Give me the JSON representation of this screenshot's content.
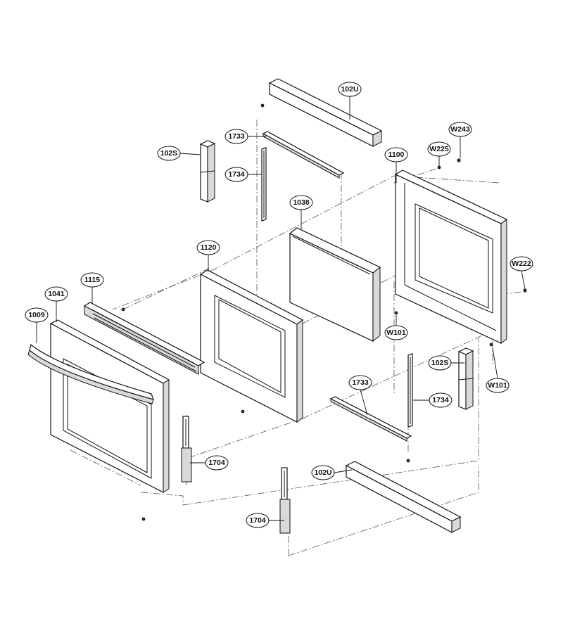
{
  "callouts": [
    {
      "id": "c-102u-top",
      "label": "102U"
    },
    {
      "id": "c-1733-top",
      "label": "1733"
    },
    {
      "id": "c-102s-left",
      "label": "102S"
    },
    {
      "id": "c-1734-top",
      "label": "1734"
    },
    {
      "id": "c-1100",
      "label": "1100"
    },
    {
      "id": "c-w243",
      "label": "W243"
    },
    {
      "id": "c-w225",
      "label": "W225"
    },
    {
      "id": "c-1038",
      "label": "1038"
    },
    {
      "id": "c-1120",
      "label": "1120"
    },
    {
      "id": "c-w222",
      "label": "W222"
    },
    {
      "id": "c-1115",
      "label": "1115"
    },
    {
      "id": "c-1041",
      "label": "1041"
    },
    {
      "id": "c-1009",
      "label": "1009"
    },
    {
      "id": "c-w101-a",
      "label": "W101"
    },
    {
      "id": "c-102s-right",
      "label": "102S"
    },
    {
      "id": "c-w101-b",
      "label": "W101"
    },
    {
      "id": "c-1733-bottom",
      "label": "1733"
    },
    {
      "id": "c-1734-bottom",
      "label": "1734"
    },
    {
      "id": "c-1704-a",
      "label": "1704"
    },
    {
      "id": "c-102u-bottom",
      "label": "102U"
    },
    {
      "id": "c-1704-b",
      "label": "1704"
    }
  ]
}
